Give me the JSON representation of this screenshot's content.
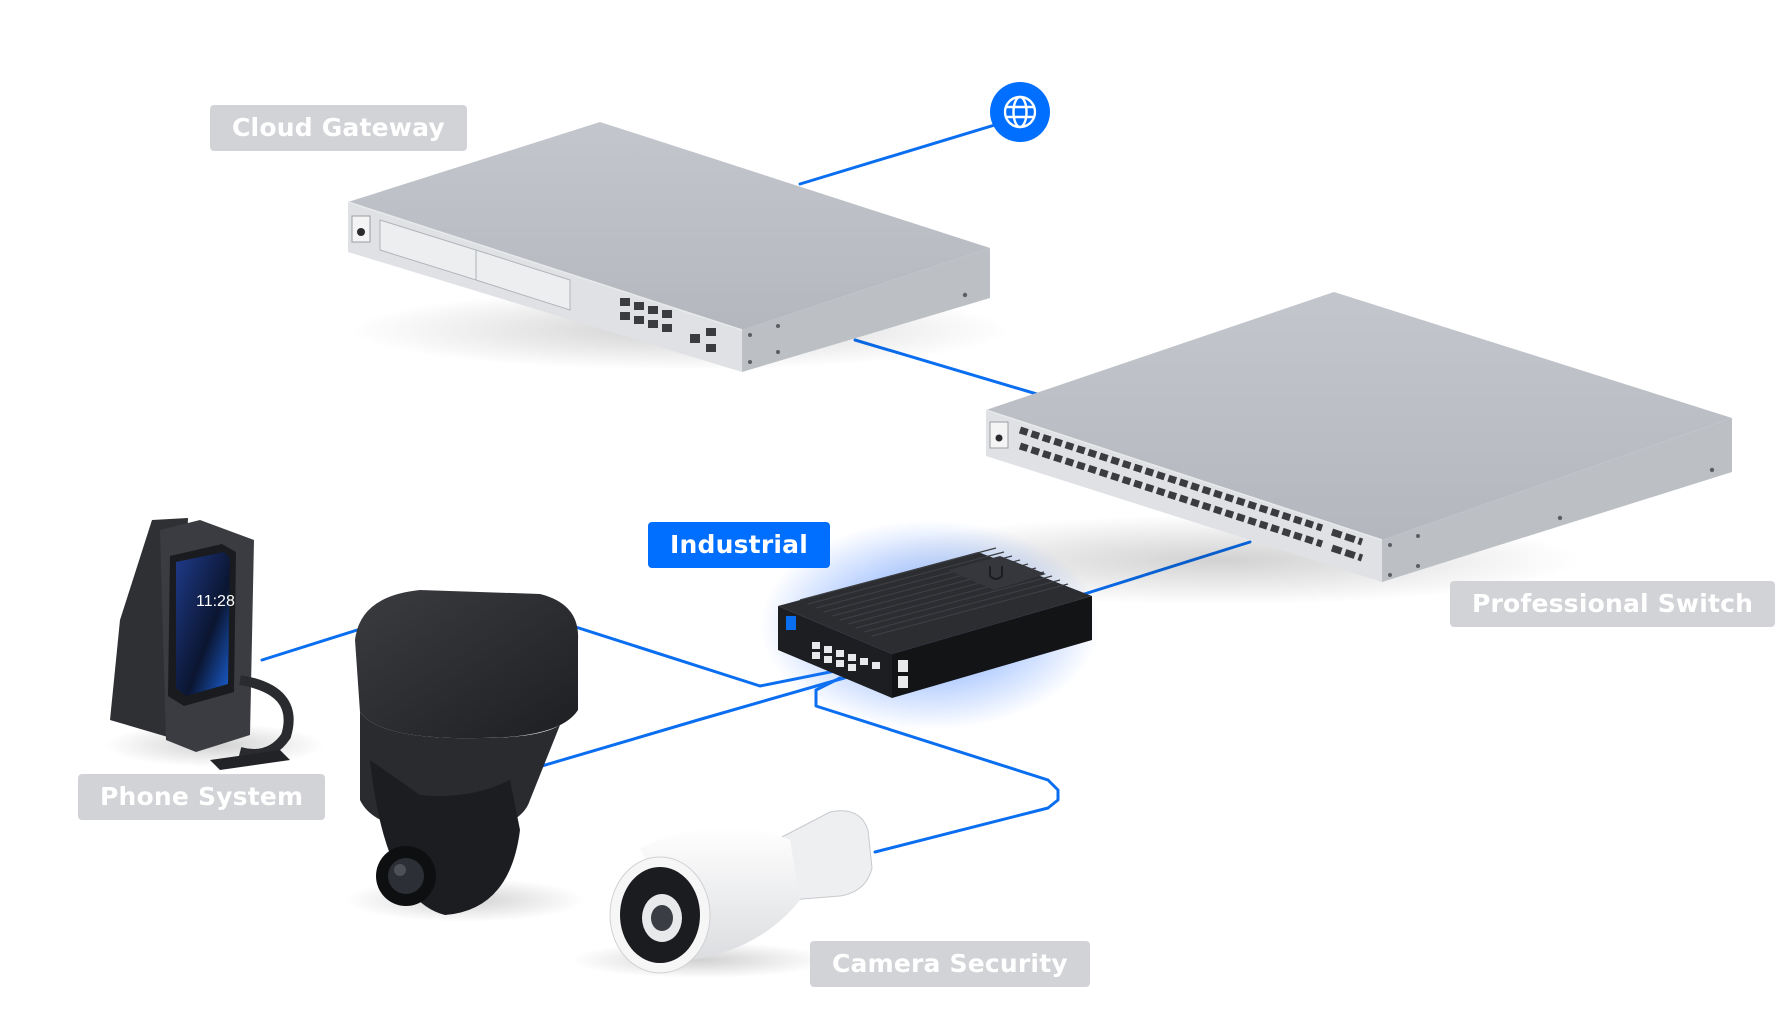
{
  "labels": {
    "cloud_gateway": "Cloud Gateway",
    "industrial": "Industrial",
    "professional_switch": "Professional Switch",
    "phone_system": "Phone System",
    "camera_security": "Camera Security"
  },
  "phone_screen": {
    "time": "11:28"
  },
  "colors": {
    "link": "#0a6ef0",
    "accent": "#006fff",
    "label_bg": "#d2d3d6",
    "device_silver": "#c6c9ce",
    "device_dark": "#2b2d31"
  },
  "icons": {
    "internet": "globe-icon",
    "brand": "ubiquiti-logo-icon"
  }
}
